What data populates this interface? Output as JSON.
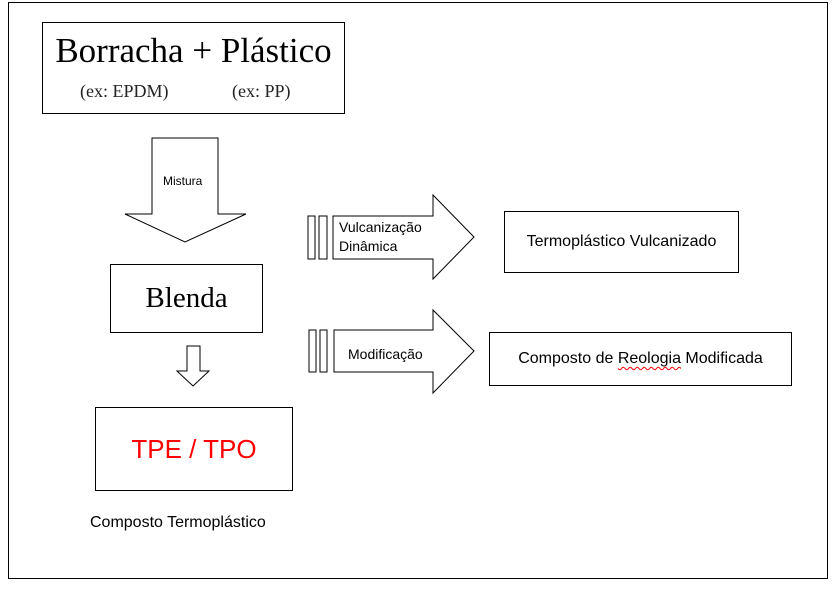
{
  "title": {
    "main": "Borracha + Plástico",
    "example_rubber": "(ex: EPDM)",
    "example_plastic": "(ex: PP)"
  },
  "arrows": {
    "mixing": "Mistura",
    "vulcanization_line1": "Vulcanização",
    "vulcanization_line2": "Dinâmica",
    "modification": "Modificação"
  },
  "nodes": {
    "blend": "Blenda",
    "tpe": "TPE / TPO",
    "tpv": "Termoplástico Vulcanizado",
    "modified_prefix": "Composto de ",
    "modified_squiggle": "Reologia",
    "modified_suffix": " Modificada"
  },
  "caption": "Composto Termoplástico",
  "colors": {
    "tpe_text": "#ff0000",
    "spellcheck_underline": "#ff0000",
    "stroke": "#000000"
  }
}
